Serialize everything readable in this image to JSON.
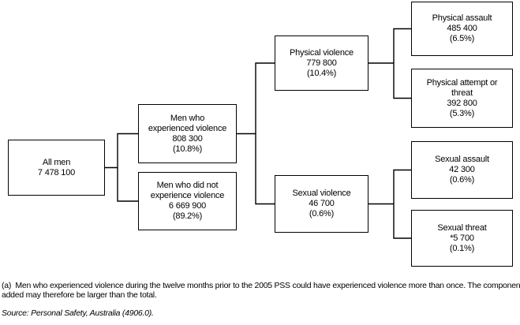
{
  "diagram": {
    "nodes": {
      "all_men": {
        "lines": [
          "All men",
          "7 478 100"
        ]
      },
      "experienced": {
        "lines": [
          "Men who",
          "experienced violence",
          "808 300",
          "(10.8%)"
        ]
      },
      "not_experienced": {
        "lines": [
          "Men who did not",
          "experience violence",
          "6 669 900",
          "(89.2%)"
        ]
      },
      "physical_violence": {
        "lines": [
          "Physical violence",
          "779 800",
          "(10.4%)"
        ]
      },
      "sexual_violence": {
        "lines": [
          "Sexual violence",
          "46 700",
          "(0.6%)"
        ]
      },
      "physical_assault": {
        "lines": [
          "Physical assault",
          "485 400",
          "(6.5%)"
        ]
      },
      "physical_attempt": {
        "lines": [
          "Physical attempt or",
          "threat",
          "392 800",
          "(5.3%)"
        ]
      },
      "sexual_assault": {
        "lines": [
          "Sexual assault",
          "42 300",
          "(0.6%)"
        ]
      },
      "sexual_threat": {
        "lines": [
          "Sexual threat",
          "*5 700",
          "(0.1%)"
        ]
      }
    },
    "footnote_line1": "(a)  Men who experienced violence during the twelve months prior to the 2005 PSS could have experienced violence more than once. The components when",
    "footnote_line2": "added may therefore be larger than the total.",
    "source": "Source: Personal Safety, Australia (4906.0).",
    "colors": {
      "line": "#000000",
      "background": "#ffffff"
    }
  }
}
